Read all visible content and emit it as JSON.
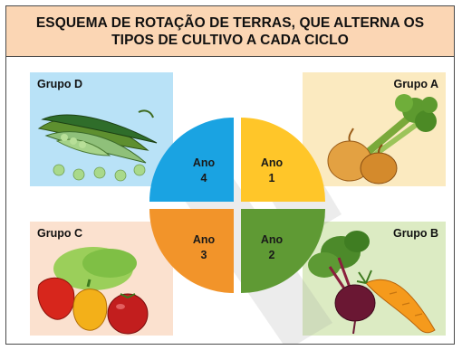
{
  "title": {
    "line1": "ESQUEMA DE ROTAÇÃO DE TERRAS, QUE ALTERNA OS",
    "line2": "TIPOS DE CULTIVO A CADA CICLO"
  },
  "groups": {
    "d": "Grupo D",
    "a": "Grupo A",
    "c": "Grupo C",
    "b": "Grupo B"
  },
  "wheel": {
    "q1": {
      "line1": "Ano",
      "line2": "1",
      "color": "#ffc629"
    },
    "q2": {
      "line1": "Ano",
      "line2": "2",
      "color": "#5f9a34"
    },
    "q3": {
      "line1": "Ano",
      "line2": "3",
      "color": "#f2942a"
    },
    "q4": {
      "line1": "Ano",
      "line2": "4",
      "color": "#1aa3e2"
    }
  },
  "icons": {
    "group_d": "peas-pods-icon",
    "group_a": "onions-celery-icon",
    "group_c": "peppers-tomato-icon",
    "group_b": "beet-carrot-icon"
  }
}
